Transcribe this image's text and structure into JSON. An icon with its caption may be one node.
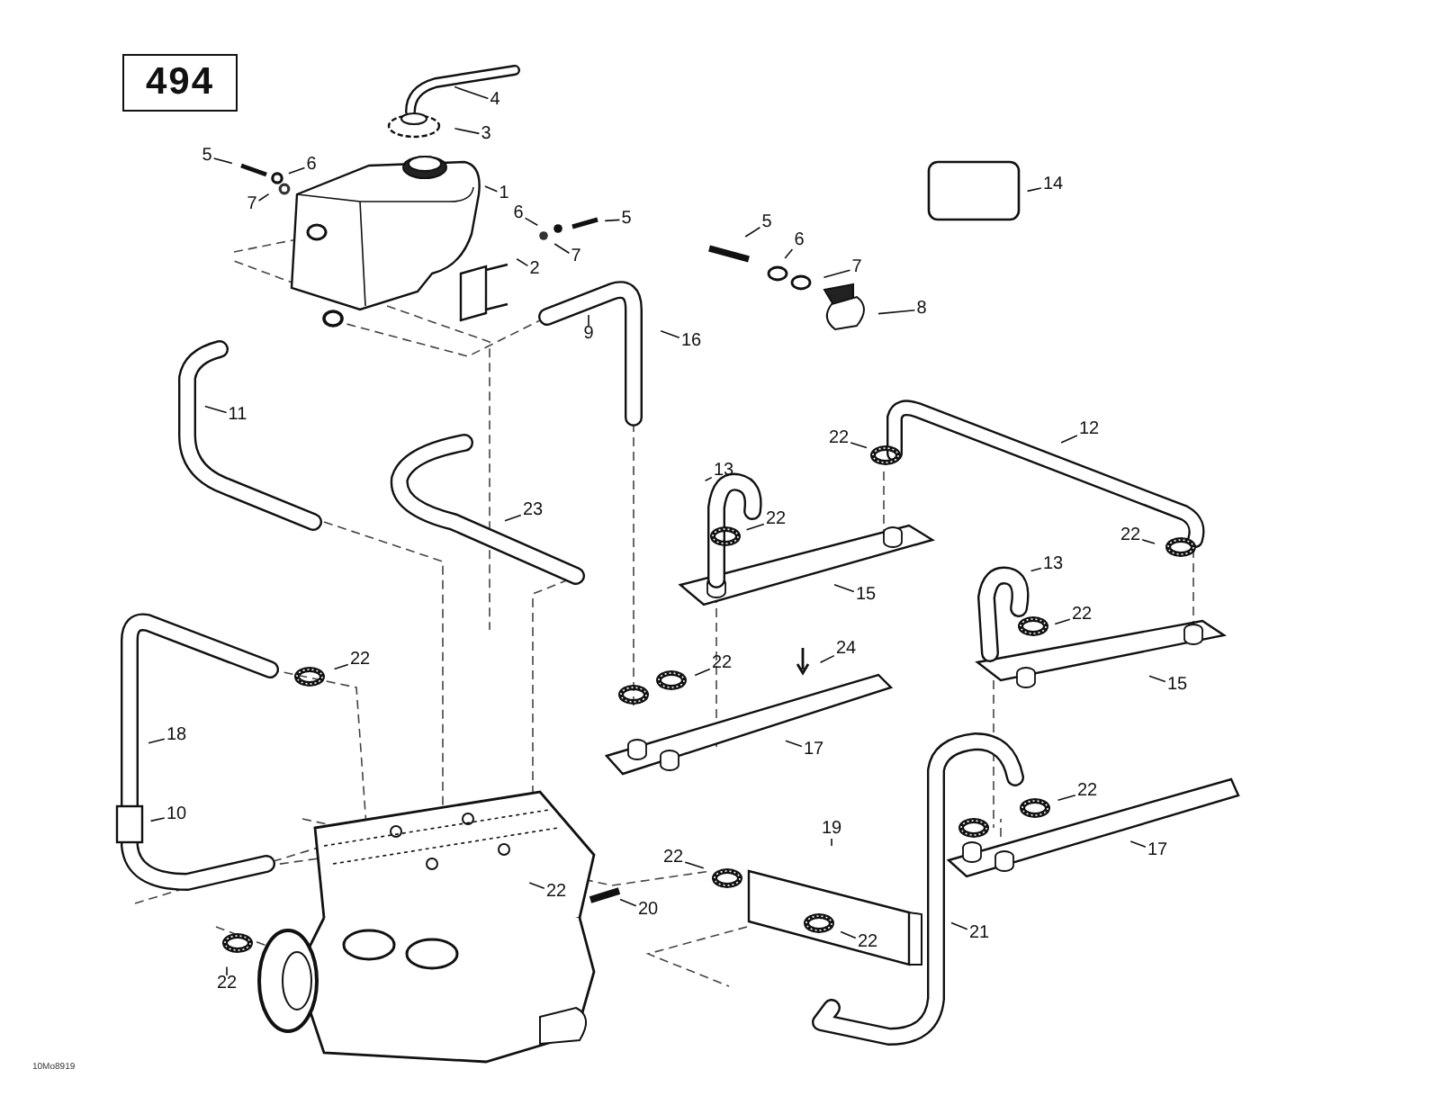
{
  "diagram": {
    "nodes": [
      {
        "text": [
          "494"
        ]
      },
      {
        "text": [
          "4"
        ]
      },
      {
        "text": [
          "3"
        ]
      },
      {
        "text": [
          "5"
        ]
      },
      {
        "text": [
          "6"
        ]
      },
      {
        "text": [
          "7"
        ]
      },
      {
        "text": [
          "1"
        ]
      },
      {
        "text": [
          "6"
        ]
      },
      {
        "text": [
          "5"
        ]
      },
      {
        "text": [
          "7"
        ]
      },
      {
        "text": [
          "2"
        ]
      },
      {
        "text": [
          "9"
        ]
      },
      {
        "text": [
          "16"
        ]
      },
      {
        "text": [
          "5"
        ]
      },
      {
        "text": [
          "6"
        ]
      },
      {
        "text": [
          "7"
        ]
      },
      {
        "text": [
          "8"
        ]
      },
      {
        "text": [
          "14"
        ]
      },
      {
        "text": [
          "11"
        ]
      },
      {
        "text": [
          "12"
        ]
      },
      {
        "text": [
          "22"
        ]
      },
      {
        "text": [
          "13"
        ]
      },
      {
        "text": [
          "22"
        ]
      },
      {
        "text": [
          "23"
        ]
      },
      {
        "text": [
          "15"
        ]
      },
      {
        "text": [
          "22"
        ]
      },
      {
        "text": [
          "13"
        ]
      },
      {
        "text": [
          "22"
        ]
      },
      {
        "text": [
          "15"
        ]
      },
      {
        "text": [
          "22"
        ]
      },
      {
        "text": [
          "24"
        ]
      },
      {
        "text": [
          "22"
        ]
      },
      {
        "text": [
          "17"
        ]
      },
      {
        "text": [
          "18"
        ]
      },
      {
        "text": [
          "10"
        ]
      },
      {
        "text": [
          "22"
        ]
      },
      {
        "text": [
          "19"
        ]
      },
      {
        "text": [
          "17"
        ]
      },
      {
        "text": [
          "22"
        ]
      },
      {
        "text": [
          "22"
        ]
      },
      {
        "text": [
          "20"
        ]
      },
      {
        "text": [
          "21"
        ]
      },
      {
        "text": [
          "22"
        ]
      },
      {
        "text": [
          "22"
        ]
      }
    ],
    "edges": [
      {
        "from": 1,
        "to": null,
        "arrow": "none"
      },
      {
        "from": 2,
        "to": null,
        "arrow": "none"
      },
      {
        "from": 3,
        "to": null,
        "arrow": "none"
      },
      {
        "from": 4,
        "to": null,
        "arrow": "none"
      },
      {
        "from": 5,
        "to": null,
        "arrow": "none"
      },
      {
        "from": 6,
        "to": null,
        "arrow": "none"
      },
      {
        "from": 7,
        "to": null,
        "arrow": "none"
      },
      {
        "from": 8,
        "to": null,
        "arrow": "none"
      },
      {
        "from": 9,
        "to": null,
        "arrow": "none"
      },
      {
        "from": 10,
        "to": null,
        "arrow": "none"
      },
      {
        "from": 11,
        "to": null,
        "arrow": "none"
      },
      {
        "from": 12,
        "to": null,
        "arrow": "none"
      },
      {
        "from": 13,
        "to": null,
        "arrow": "none"
      },
      {
        "from": 14,
        "to": null,
        "arrow": "none"
      },
      {
        "from": 15,
        "to": null,
        "arrow": "none"
      },
      {
        "from": 16,
        "to": null,
        "arrow": "none"
      },
      {
        "from": 17,
        "to": null,
        "arrow": "none"
      },
      {
        "from": 18,
        "to": null,
        "arrow": "none"
      },
      {
        "from": 19,
        "to": null,
        "arrow": "none"
      },
      {
        "from": 20,
        "to": null,
        "arrow": "none"
      },
      {
        "from": 21,
        "to": null,
        "arrow": "none"
      },
      {
        "from": 22,
        "to": null,
        "arrow": "none"
      },
      {
        "from": 23,
        "to": null,
        "arrow": "none"
      },
      {
        "from": 24,
        "to": null,
        "arrow": "none"
      },
      {
        "from": 25,
        "to": null,
        "arrow": "none"
      },
      {
        "from": 26,
        "to": null,
        "arrow": "none"
      },
      {
        "from": 27,
        "to": null,
        "arrow": "none"
      },
      {
        "from": 28,
        "to": null,
        "arrow": "none"
      },
      {
        "from": 29,
        "to": null,
        "arrow": "none"
      },
      {
        "from": 30,
        "to": null,
        "arrow": "none"
      },
      {
        "from": 31,
        "to": null,
        "arrow": "none"
      },
      {
        "from": 32,
        "to": null,
        "arrow": "none"
      },
      {
        "from": 33,
        "to": null,
        "arrow": "none"
      },
      {
        "from": 34,
        "to": null,
        "arrow": "none"
      },
      {
        "from": 35,
        "to": null,
        "arrow": "none"
      },
      {
        "from": 36,
        "to": null,
        "arrow": "none"
      },
      {
        "from": 37,
        "to": null,
        "arrow": "none"
      },
      {
        "from": 38,
        "to": null,
        "arrow": "none"
      },
      {
        "from": 39,
        "to": null,
        "arrow": "none"
      },
      {
        "from": 40,
        "to": null,
        "arrow": "none"
      },
      {
        "from": 41,
        "to": null,
        "arrow": "none"
      },
      {
        "from": 42,
        "to": null,
        "arrow": "none"
      },
      {
        "from": 43,
        "to": null,
        "arrow": "none"
      }
    ],
    "labels": [
      "10Mo8919"
    ]
  }
}
